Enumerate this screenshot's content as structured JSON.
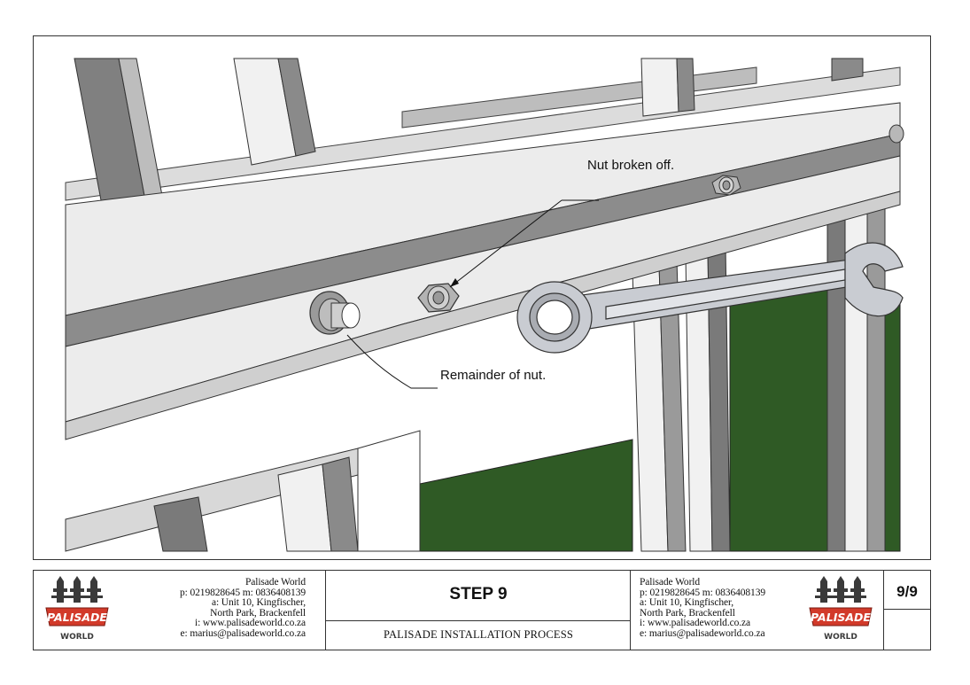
{
  "drawing": {
    "callouts": {
      "nut_broken_off": "Nut broken off.",
      "remainder_of_nut": "Remainder of nut."
    }
  },
  "title_block": {
    "company_left": {
      "name": "Palisade World",
      "phone": "p: 0219828645 m: 0836408139",
      "address1": "a: Unit 10, Kingfischer,",
      "address2": "North Park, Brackenfell",
      "web": "i: www.palisadeworld.co.za",
      "email": "e: marius@palisadeworld.co.za"
    },
    "company_right": {
      "name": "Palisade World",
      "phone": "p: 0219828645 m: 0836408139",
      "address1": "a: Unit 10, Kingfischer,",
      "address2": "North Park, Brackenfell",
      "web": "i: www.palisadeworld.co.za",
      "email": "e: marius@palisadeworld.co.za"
    },
    "logo": {
      "word1": "PALISADE",
      "word2": "WORLD",
      "colors": {
        "red": "#d23a2a",
        "dark": "#3a3a3a"
      }
    },
    "step_title": "STEP 9",
    "process_title": "PALISADE INSTALLATION PROCESS",
    "page_number": "9/9"
  },
  "colors": {
    "green_panel": "#2f5a25",
    "rail_light": "#ececec",
    "rail_dark": "#8c8c8c",
    "wrench": "#c9ccd2"
  }
}
